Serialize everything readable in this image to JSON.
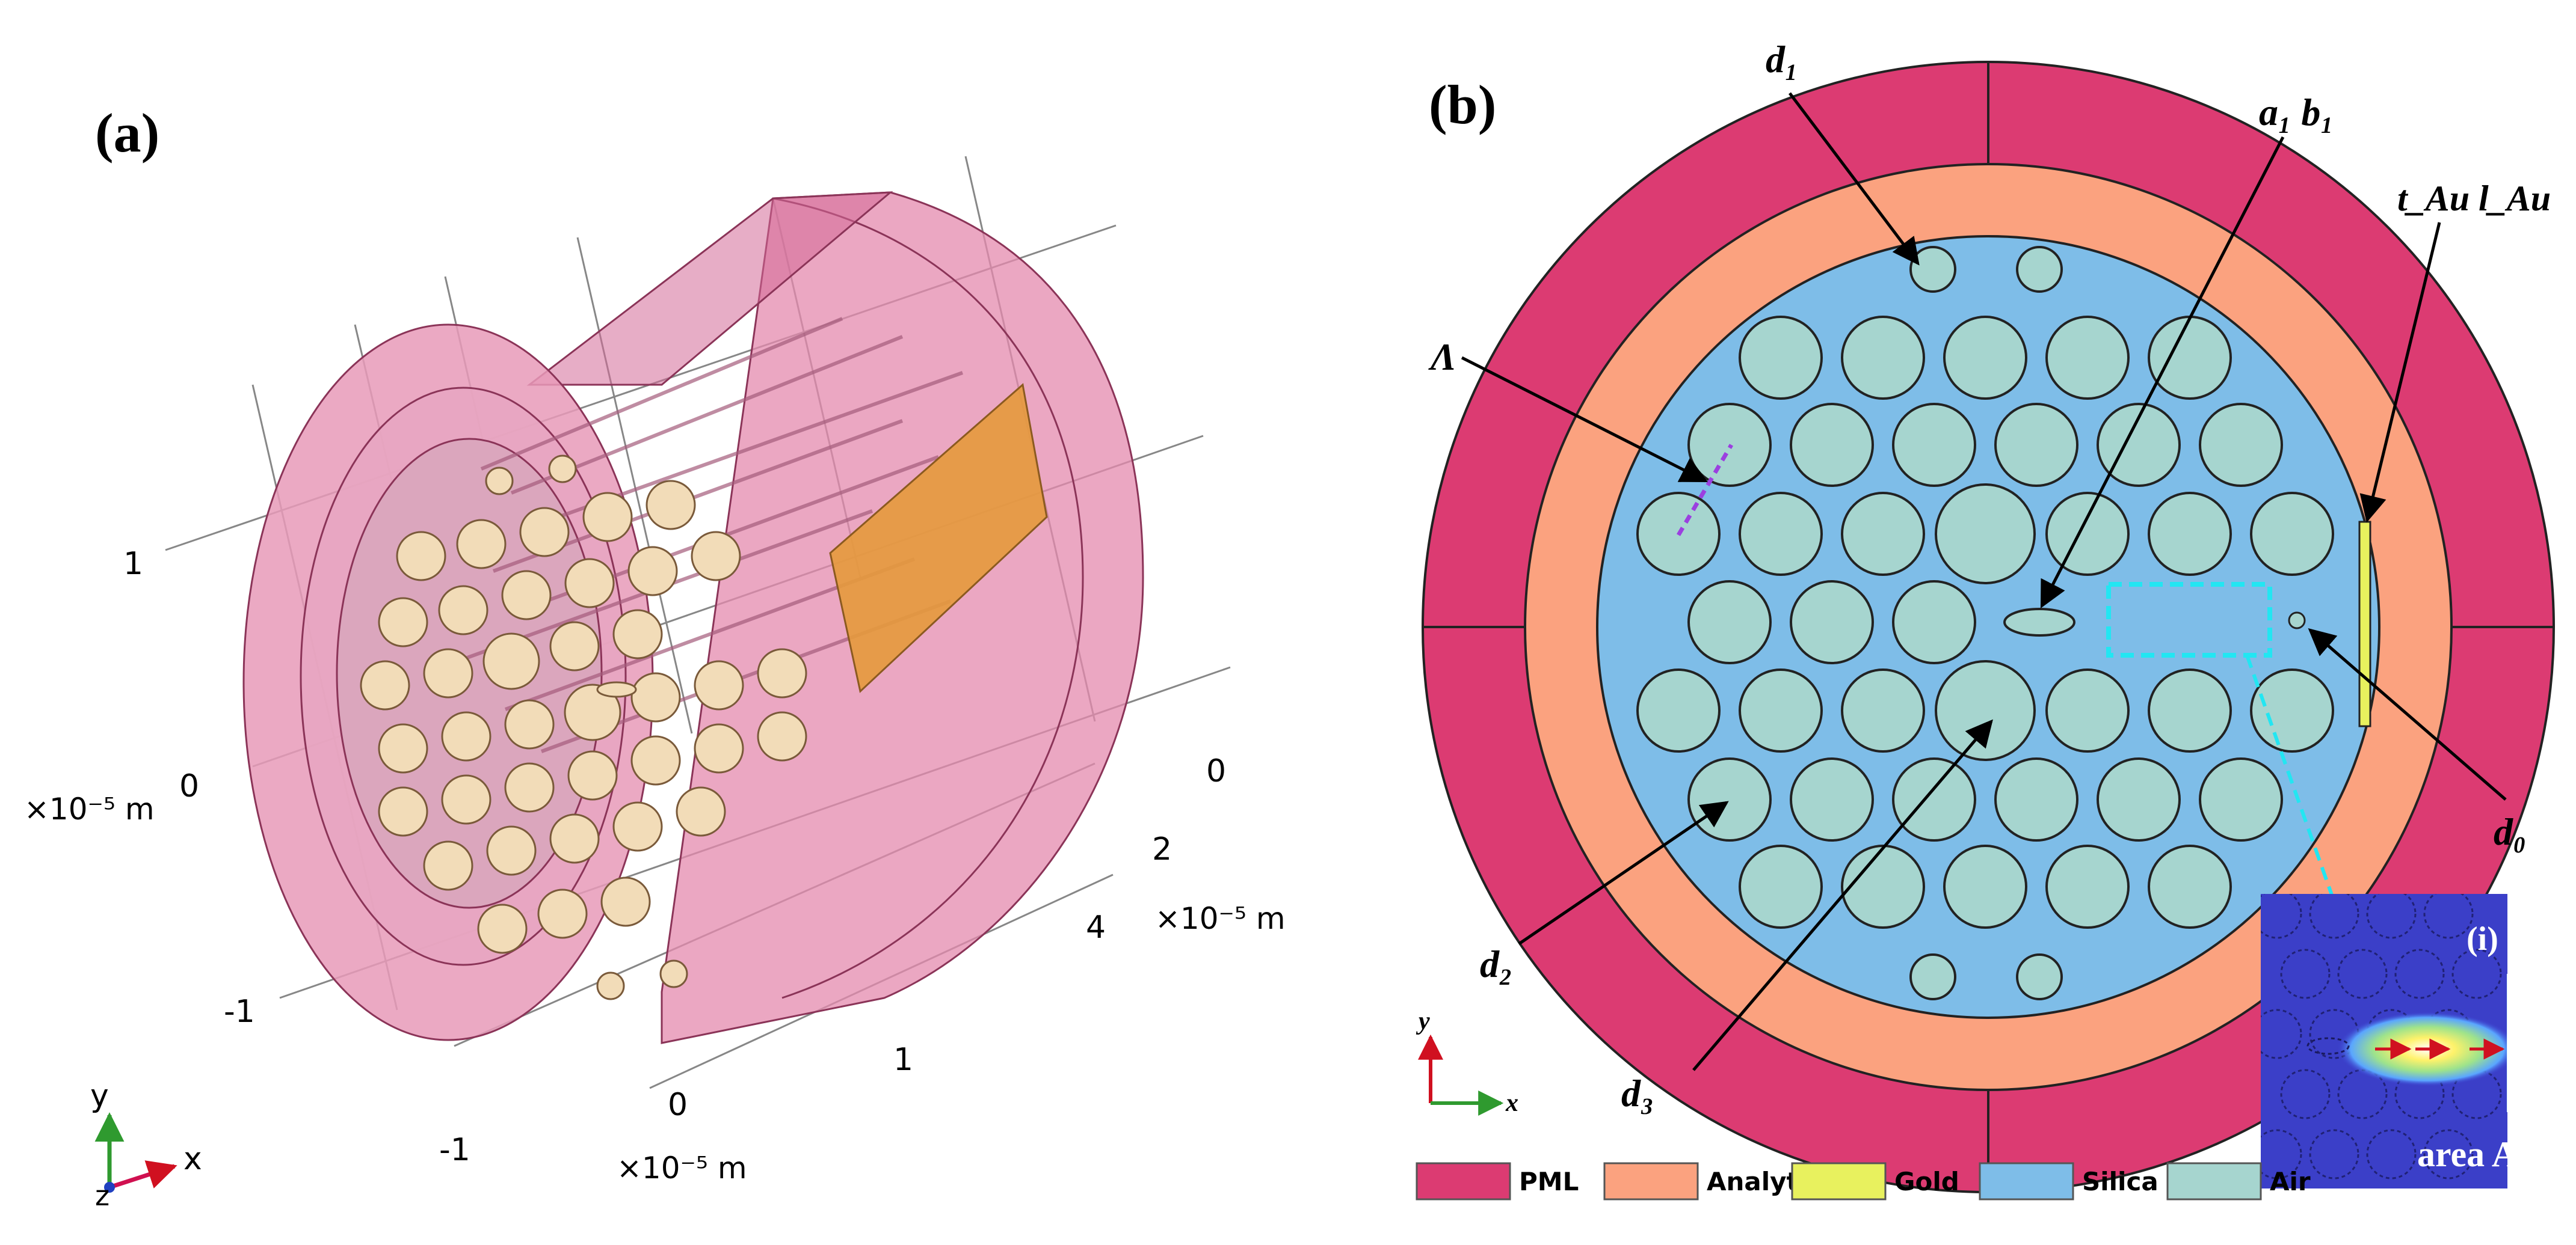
{
  "panel_a": {
    "label": "(a)",
    "axis_tick_labels": {
      "y_one": "1",
      "y_zero": "0",
      "x_minus_one": "-1",
      "x_minus_one_b": "-1",
      "x_zero": "0",
      "x_one": "1",
      "z_zero": "0",
      "z_two": "2",
      "z_four": "4"
    },
    "unit_labels": {
      "y_unit": "×10⁻⁵ m",
      "x_unit": "×10⁻⁵ m",
      "z_unit": "×10⁻⁵ m"
    },
    "triad": {
      "y": "y",
      "x": "x",
      "z": "z"
    }
  },
  "panel_b": {
    "label": "(b)",
    "annotations": {
      "d1": "d₁",
      "a1b1": "a₁ b₁",
      "tAu_lAu": "t_Au l_Au",
      "lambda": "Λ",
      "d0": "d₀",
      "d2": "d₂",
      "d3": "d₃"
    },
    "inset": {
      "tag": "(i)",
      "caption": "area A"
    },
    "axes": {
      "y": "y",
      "x": "x"
    },
    "legend": [
      {
        "label": "PML",
        "color": "#dc3b72"
      },
      {
        "label": "Analyte",
        "color": "#fba27f"
      },
      {
        "label": "Gold",
        "color": "#e8f15e"
      },
      {
        "label": "Silica",
        "color": "#7ebde8"
      },
      {
        "label": "Air",
        "color": "#a6d5cf"
      }
    ]
  },
  "colors": {
    "pml": "#dc3b72",
    "analyte": "#fba27f",
    "gold": "#e8f15e",
    "silica": "#7ebde8",
    "air": "#a6d5cf",
    "cylinder": "#e489ae",
    "dashed": "#22e6f2",
    "lattice": "#9b3fe0"
  }
}
